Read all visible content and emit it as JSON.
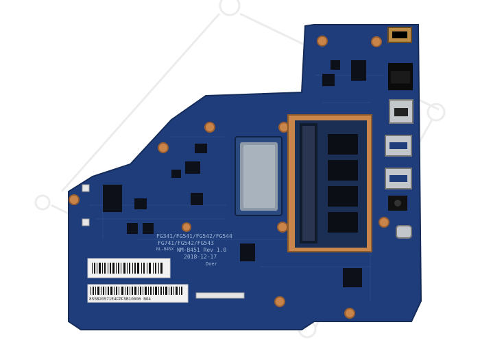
{
  "image": {
    "subject": "laptop-motherboard",
    "board_color": "#1f3d7a",
    "watermark_color": "#e8e8e8"
  },
  "board": {
    "silkscreen_lines": [
      "FG341/FG541/FG542/FG544",
      "FG741/FG542/FG543",
      "NM-B451 Rev 1.0",
      "2018-12-17"
    ],
    "small_marks": [
      "Doer",
      "NL-B45X"
    ],
    "barcode_label_1_text": "",
    "barcode_label_2_text": "8SSB20S71E4FPFSB10006   N04"
  },
  "ports": [
    {
      "name": "dc-jack"
    },
    {
      "name": "ethernet"
    },
    {
      "name": "hdmi"
    },
    {
      "name": "usb-a"
    },
    {
      "name": "usb-a"
    },
    {
      "name": "audio-jack"
    },
    {
      "name": "usb-c"
    }
  ],
  "ram_chips": 4
}
